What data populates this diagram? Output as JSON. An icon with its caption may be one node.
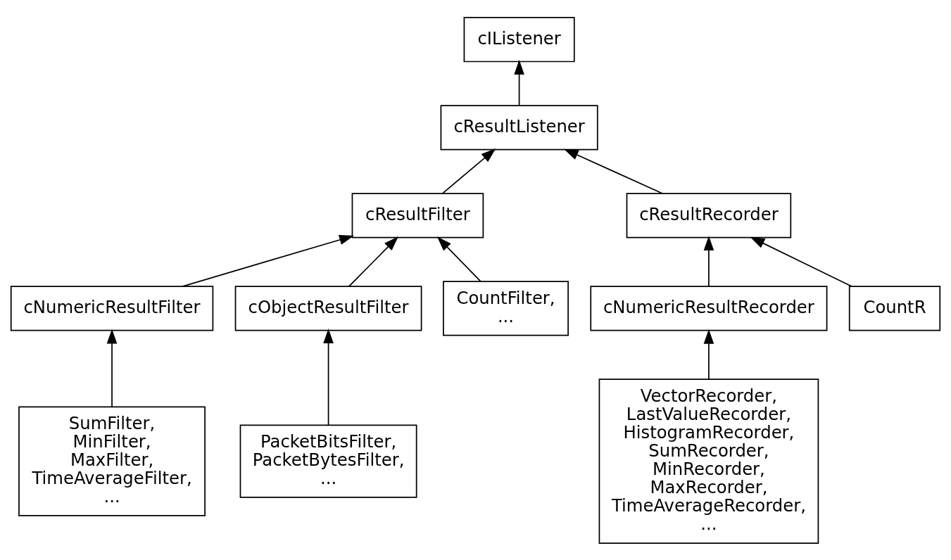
{
  "diagram": {
    "nodes": [
      {
        "text": [
          "cIListener"
        ]
      },
      {
        "text": [
          "cResultListener"
        ]
      },
      {
        "text": [
          "cResultFilter"
        ]
      },
      {
        "text": [
          "cResultRecorder"
        ]
      },
      {
        "text": [
          "cNumericResultFilter"
        ]
      },
      {
        "text": [
          "cObjectResultFilter"
        ]
      },
      {
        "text": [
          "CountFilter, ..."
        ]
      },
      {
        "text": [
          "cNumericResultRecorder"
        ]
      },
      {
        "text": [
          "CountR"
        ]
      },
      {
        "text": [
          "SumFilter, MinFilter, MaxFilter, TimeAverageFilter, ..."
        ]
      },
      {
        "text": [
          "PacketBitsFilter, PacketBytesFilter, ..."
        ]
      },
      {
        "text": [
          "VectorRecorder, LastValueRecorder, HistogramRecorder, SumRecorder, MinRecorder, MaxRecorder, TimeAverageRecorder, ..."
        ]
      }
    ],
    "edges": [
      {
        "from": 1,
        "to": 0,
        "arrow": "to"
      },
      {
        "from": 2,
        "to": 1,
        "arrow": "to"
      },
      {
        "from": 3,
        "to": 1,
        "arrow": "to"
      },
      {
        "from": 4,
        "to": 2,
        "arrow": "to"
      },
      {
        "from": 5,
        "to": 2,
        "arrow": "to"
      },
      {
        "from": 6,
        "to": 2,
        "arrow": "to"
      },
      {
        "from": 7,
        "to": 3,
        "arrow": "to"
      },
      {
        "from": 8,
        "to": 3,
        "arrow": "to"
      },
      {
        "from": 9,
        "to": 4,
        "arrow": "to"
      },
      {
        "from": 10,
        "to": 5,
        "arrow": "to"
      },
      {
        "from": 11,
        "to": 7,
        "arrow": "to"
      }
    ]
  }
}
